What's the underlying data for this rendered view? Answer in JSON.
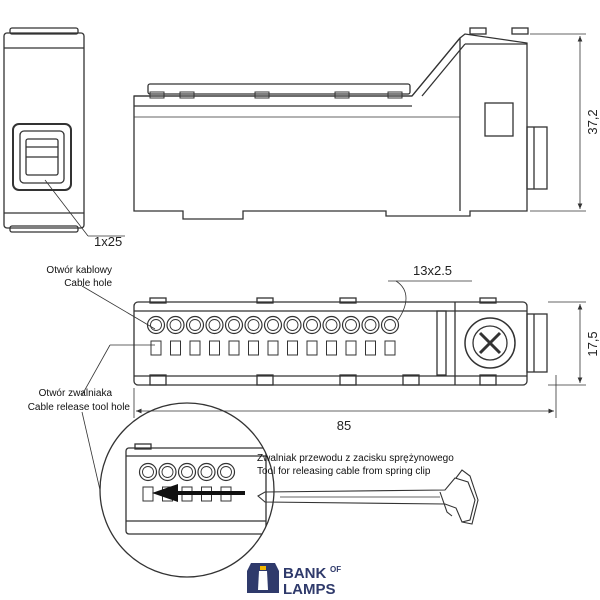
{
  "dimensions": {
    "height_total": "37,2",
    "width_total": "85",
    "height_bottom": "17,5",
    "cable_hole_count": "1x25",
    "terminal_count": "13x2.5"
  },
  "labels": {
    "cable_hole_pl": "Otwór kablowy",
    "cable_hole_en": "Cable hole",
    "release_hole_pl": "Otwór zwalniaka",
    "release_hole_en": "Cable release tool hole",
    "tool_pl": "Zwalniak przewodu z zacisku sprężynowego",
    "tool_en": "Tool for releasing cable from spring clip"
  },
  "logo": {
    "line1": "BANK",
    "of": "OF",
    "line2": "LAMPS",
    "color": "#2f3a6b"
  },
  "colors": {
    "stroke": "#333333",
    "arrow": "#111111"
  }
}
